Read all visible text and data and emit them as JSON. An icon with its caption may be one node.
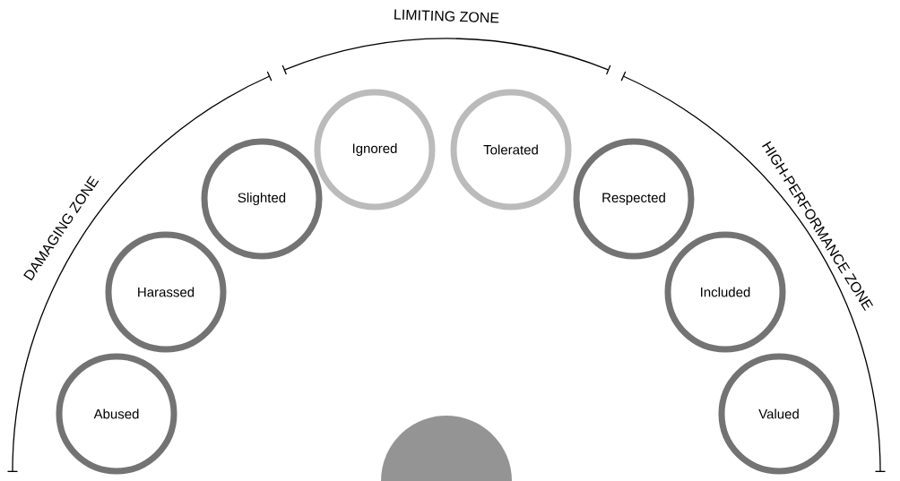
{
  "diagram": {
    "nodes": [
      {
        "text": [
          "Abused"
        ]
      },
      {
        "text": [
          "Harassed"
        ]
      },
      {
        "text": [
          "Slighted"
        ]
      },
      {
        "text": [
          "Ignored"
        ]
      },
      {
        "text": [
          "Tolerated"
        ]
      },
      {
        "text": [
          "Respected"
        ]
      },
      {
        "text": [
          "Included"
        ]
      },
      {
        "text": [
          "Valued"
        ]
      },
      {
        "text": [],
        "shape": "semicircle"
      }
    ],
    "labels": [
      "LIMITING ZONE",
      "DAMAGING ZONE",
      "HIGH-PERFORMANCE ZONE"
    ]
  }
}
